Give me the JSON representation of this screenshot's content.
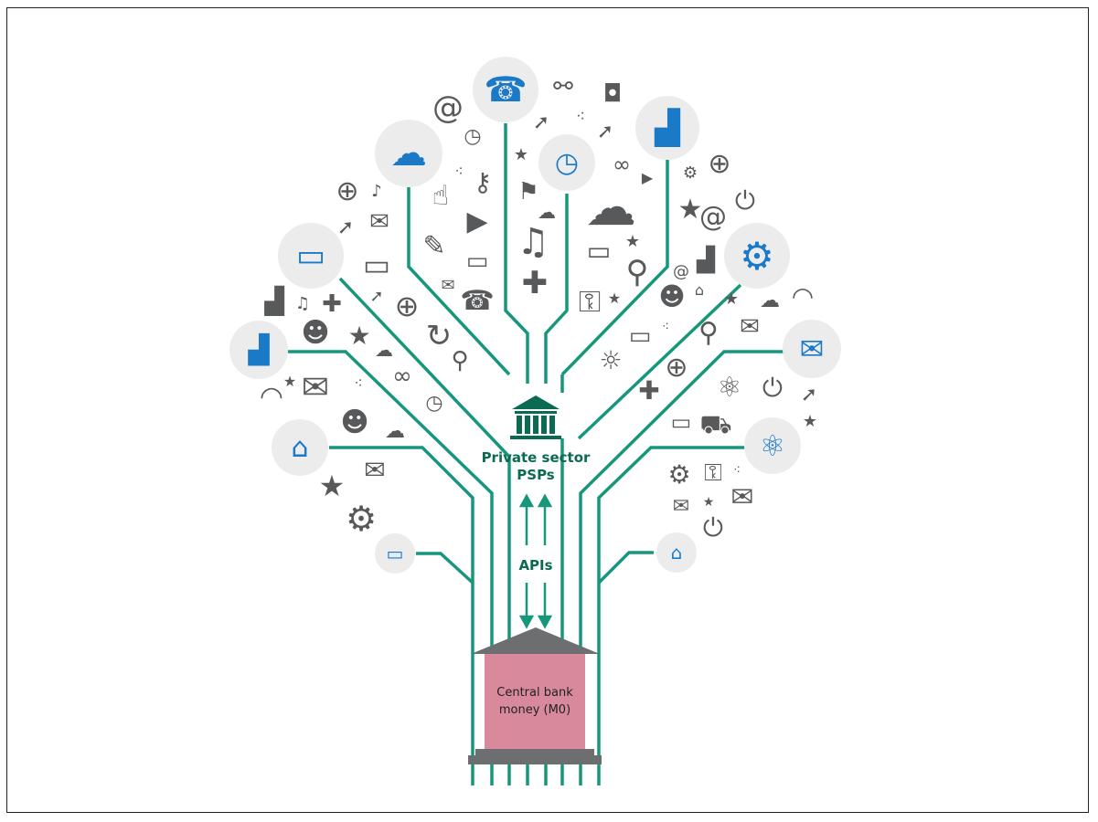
{
  "labels": {
    "psps": "Private sector PSPs",
    "apis": "APIs",
    "central_bank": "Central bank money (M0)"
  },
  "colors": {
    "branch": "#16977c",
    "label": "#0b6b52",
    "accent_icon": "#1a7ac8",
    "icon_gray": "#58595b",
    "central_bank_fill": "#d88a9c",
    "roof": "#6d6e70"
  },
  "icons": {
    "at": "@",
    "mail": "✉",
    "star": "★",
    "music": "♫",
    "note": "♪",
    "gear": "⚙",
    "cloud": "☁",
    "phone": "☎",
    "edit": "✎",
    "flag": "⚑",
    "key": "⚷",
    "atom": "⚛",
    "arrow": "➚",
    "play": "▶",
    "dots": "⁖",
    "search": "⚲",
    "refresh": "↻",
    "clock": "◷",
    "globe": "⊕",
    "monitor": "▭",
    "power": "⏻",
    "chart": "▟",
    "users": "☻",
    "bank": "⌂",
    "lock": "⚿",
    "puzzle": "✚",
    "thumb": "☝",
    "bulb": "☼",
    "cart": "⛟",
    "handshake": "⚯",
    "camera": "◘",
    "wifi": "◠",
    "share": "∞",
    "chat": "✉"
  }
}
